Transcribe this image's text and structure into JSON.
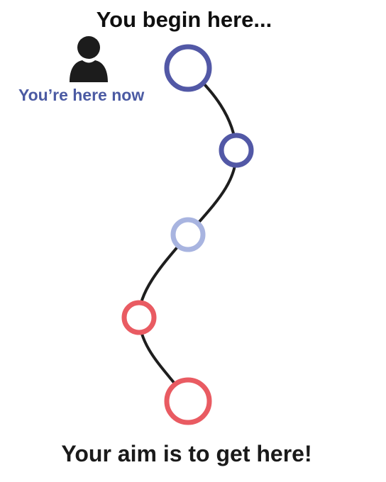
{
  "header": {
    "title": "You begin here..."
  },
  "marker": {
    "label": "You’re here now",
    "icon": "person-icon"
  },
  "footer": {
    "title": "Your aim is to get here!"
  },
  "path": {
    "stops": [
      {
        "name": "stop-1",
        "color": "#5258a6"
      },
      {
        "name": "stop-2",
        "color": "#5258a6"
      },
      {
        "name": "stop-3",
        "color": "#a8b4e0"
      },
      {
        "name": "stop-4",
        "color": "#e95b62"
      },
      {
        "name": "stop-5",
        "color": "#e95b62"
      }
    ],
    "line_color": "#1e1e1e"
  }
}
